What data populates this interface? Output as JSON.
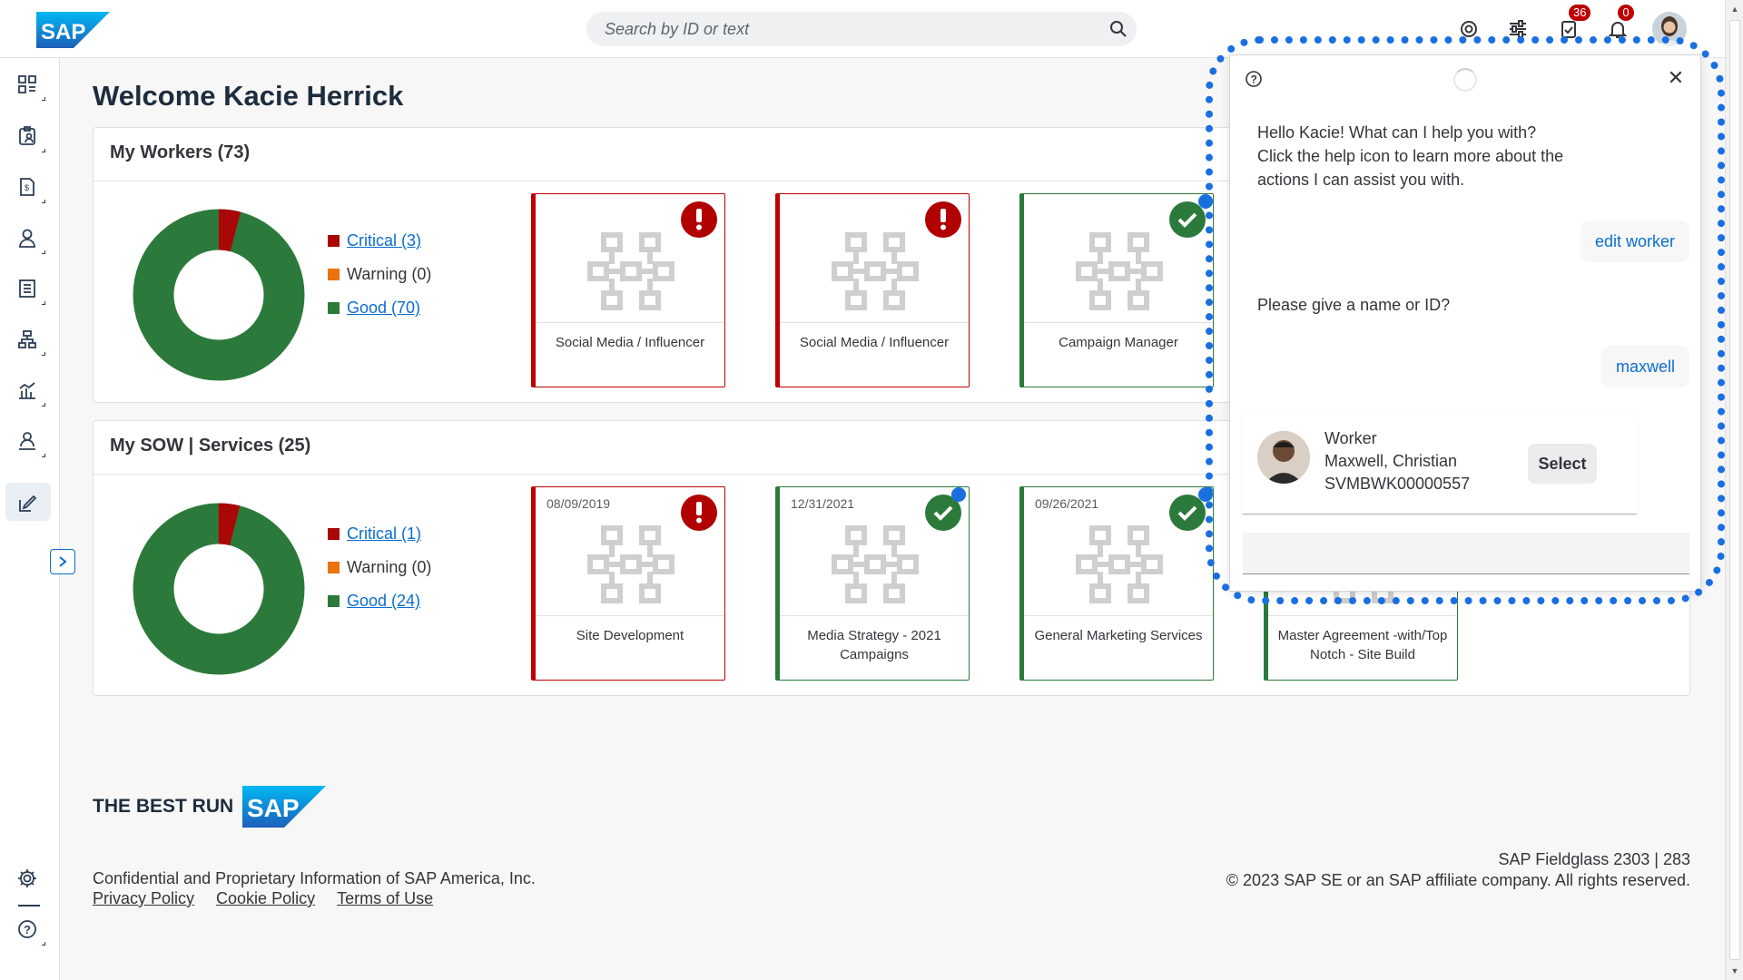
{
  "header": {
    "logo_text": "SAP",
    "search_placeholder": "Search by ID or text",
    "tasks_badge": "36",
    "notifications_badge": "0"
  },
  "welcome": "Welcome Kacie Herrick",
  "workers": {
    "title": "My Workers (73)",
    "legend": [
      {
        "label": "Critical (3)",
        "color": "#aa0808",
        "link": true
      },
      {
        "label": "Warning (0)",
        "color": "#e9730c",
        "link": false
      },
      {
        "label": "Good (70)",
        "color": "#2b7a3b",
        "link": true
      }
    ],
    "tiles": [
      {
        "label": "Social Media / Influencer",
        "status": "critical"
      },
      {
        "label": "Social Media / Influencer",
        "status": "critical"
      },
      {
        "label": "Campaign Manager",
        "status": "good"
      }
    ]
  },
  "sow": {
    "title": "My SOW | Services (25)",
    "legend": [
      {
        "label": "Critical (1)",
        "color": "#aa0808",
        "link": true
      },
      {
        "label": "Warning (0)",
        "color": "#e9730c",
        "link": false
      },
      {
        "label": "Good (24)",
        "color": "#2b7a3b",
        "link": true
      }
    ],
    "tiles": [
      {
        "date": "08/09/2019",
        "label": "Site Development",
        "status": "critical"
      },
      {
        "date": "12/31/2021",
        "label": "Media Strategy - 2021 Campaigns",
        "status": "good"
      },
      {
        "date": "09/26/2021",
        "label": "General Marketing Services",
        "status": "good"
      },
      {
        "date": "",
        "label": "Master Agreement -with/Top Notch - Site Build",
        "status": "good"
      }
    ]
  },
  "footer": {
    "brand_text": "THE BEST RUN",
    "confidential": "Confidential and Proprietary Information of SAP America, Inc.",
    "links": [
      "Privacy Policy",
      "Cookie Policy",
      "Terms of Use"
    ],
    "version": "SAP Fieldglass 2303 | 283",
    "copyright": "© 2023 SAP SE or an SAP affiliate company. All rights reserved."
  },
  "assistant": {
    "greeting_lines": [
      "Hello Kacie! What can I help you with?",
      "Click the help icon to learn more about the",
      "actions I can assist you with."
    ],
    "user_msg_1": "edit worker",
    "bot_msg_2": "Please give a name or ID?",
    "user_msg_2": "maxwell",
    "card": {
      "type": "Worker",
      "name": "Maxwell, Christian",
      "id": "SVMBWK00000557",
      "select_label": "Select"
    }
  },
  "colors": {
    "critical": "#aa0808",
    "warning": "#e9730c",
    "good": "#2b7a3b",
    "link": "#0a6ed1",
    "highlight": "#1a6fe0"
  }
}
